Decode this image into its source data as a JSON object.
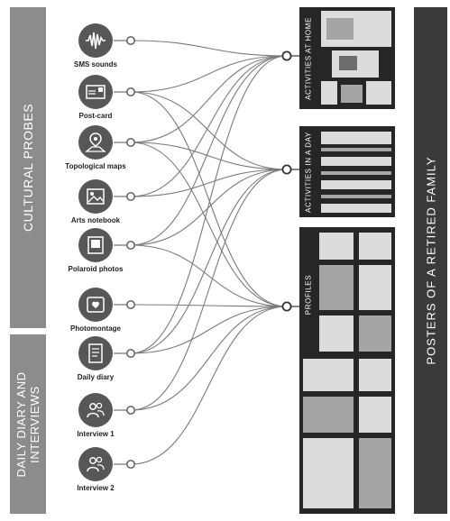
{
  "groups": {
    "cultural_probes": "CULTURAL PROBES",
    "daily_diary": "DAILY DIARY AND INTERVIEWS",
    "posters": "POSTERS OF A RETIRED FAMILY"
  },
  "sources": [
    {
      "label": "SMS sounds",
      "icon": "sound-wave-icon"
    },
    {
      "label": "Post-card",
      "icon": "postcard-icon"
    },
    {
      "label": "Topological maps",
      "icon": "map-pin-icon"
    },
    {
      "label": "Arts notebook",
      "icon": "picture-icon"
    },
    {
      "label": "Polaroid photos",
      "icon": "polaroid-icon"
    },
    {
      "label": "Photomontage",
      "icon": "photomontage-icon"
    },
    {
      "label": "Daily diary",
      "icon": "notebook-icon"
    },
    {
      "label": "Interview 1",
      "icon": "people-icon"
    },
    {
      "label": "Interview 2",
      "icon": "people-icon"
    }
  ],
  "posters": [
    {
      "label": "ACTIVITIES AT HOME"
    },
    {
      "label": "ACTIVITIES IN A DAY"
    },
    {
      "label": "PROFILES"
    }
  ],
  "links": [
    [
      0,
      0
    ],
    [
      1,
      0
    ],
    [
      1,
      1
    ],
    [
      1,
      2
    ],
    [
      2,
      0
    ],
    [
      2,
      1
    ],
    [
      2,
      2
    ],
    [
      3,
      0
    ],
    [
      3,
      1
    ],
    [
      4,
      0
    ],
    [
      4,
      1
    ],
    [
      4,
      2
    ],
    [
      5,
      2
    ],
    [
      6,
      0
    ],
    [
      6,
      1
    ],
    [
      6,
      2
    ],
    [
      7,
      1
    ],
    [
      7,
      2
    ],
    [
      8,
      2
    ]
  ],
  "colors": {
    "band": "#8c8c8c",
    "dark_band": "#3a3a3a",
    "icon": "#575757",
    "line": "#7a7a7a",
    "poster": "#262626"
  }
}
